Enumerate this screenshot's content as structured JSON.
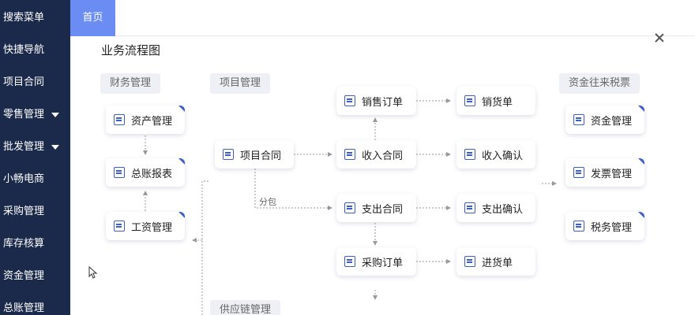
{
  "sidebar": {
    "items": [
      {
        "label": "搜索菜单"
      },
      {
        "label": "快捷导航"
      },
      {
        "label": "项目合同"
      },
      {
        "label": "零售管理"
      },
      {
        "label": "批发管理"
      },
      {
        "label": "小畅电商"
      },
      {
        "label": "采购管理"
      },
      {
        "label": "库存核算"
      },
      {
        "label": "资金管理"
      },
      {
        "label": "总账管理"
      }
    ]
  },
  "tabs": {
    "home": "首页"
  },
  "page": {
    "title": "业务流程图"
  },
  "groups": {
    "finance": "财务管理",
    "project": "项目管理",
    "fund": "资金往来税票",
    "supply": "供应链管理"
  },
  "nodes": {
    "asset": "资产管理",
    "ledger": "总账报表",
    "salary": "工资管理",
    "project_contract": "项目合同",
    "sales_order": "销售订单",
    "income_contract": "收入合同",
    "expense_contract": "支出合同",
    "purchase_order": "采购订单",
    "sales_ship": "销货单",
    "income_confirm": "收入确认",
    "expense_confirm": "支出确认",
    "purchase_in": "进货单",
    "fund_mgmt": "资金管理",
    "invoice_mgmt": "发票管理",
    "tax_mgmt": "税务管理"
  },
  "branch_label": "分包",
  "colors": {
    "sidebar_bg": "#1b2a4a",
    "accent": "#6b8cf2",
    "icon": "#3d5ec9"
  }
}
